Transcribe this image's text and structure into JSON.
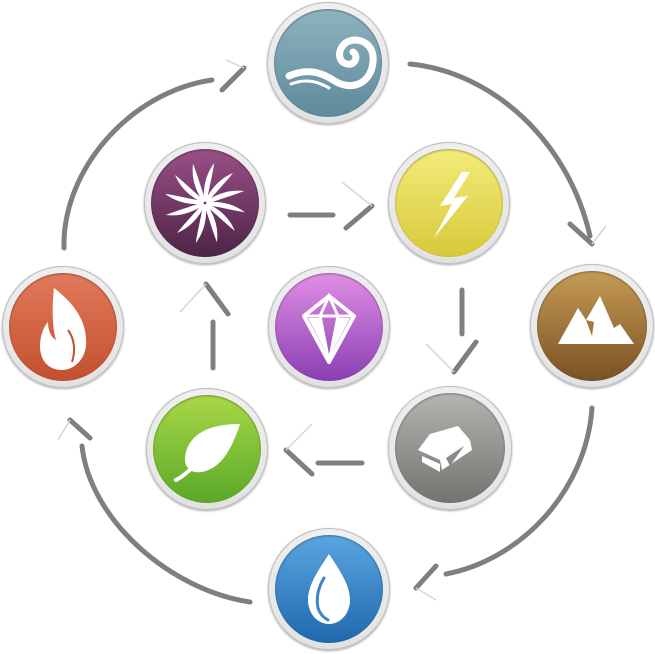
{
  "diagram": {
    "type": "element-cycle",
    "outer_cycle": [
      "air",
      "earth",
      "water",
      "fire"
    ],
    "inner_cycle": [
      "energy",
      "lightning",
      "metal",
      "nature"
    ],
    "center": "crystal"
  },
  "nodes": {
    "air": {
      "label": "Air",
      "icon": "wind-swirl-icon",
      "color_top": "#8fb3c0",
      "color_bottom": "#5e8a9b"
    },
    "energy": {
      "label": "Energy",
      "icon": "spiral-vortex-icon",
      "color_top": "#9a4f86",
      "color_bottom": "#4d2447"
    },
    "lightning": {
      "label": "Lightning",
      "icon": "lightning-bolt-icon",
      "color_top": "#f3ec7a",
      "color_bottom": "#d8c83a"
    },
    "fire": {
      "label": "Fire",
      "icon": "flame-icon",
      "color_top": "#e27a5c",
      "color_bottom": "#c2502f"
    },
    "crystal": {
      "label": "Crystal",
      "icon": "diamond-icon",
      "color_top": "#e08fe4",
      "color_bottom": "#8a3fb2"
    },
    "earth": {
      "label": "Earth",
      "icon": "mountain-icon",
      "color_top": "#c69b55",
      "color_bottom": "#7a5124"
    },
    "nature": {
      "label": "Nature",
      "icon": "leaf-icon",
      "color_top": "#a9d846",
      "color_bottom": "#5aa82a"
    },
    "metal": {
      "label": "Metal",
      "icon": "ingot-icon",
      "color_top": "#b4b4b0",
      "color_bottom": "#73736f"
    },
    "water": {
      "label": "Water",
      "icon": "water-drop-icon",
      "color_top": "#5aa6e0",
      "color_bottom": "#1f68ad"
    }
  },
  "arrows": [
    {
      "from": "air",
      "to": "earth",
      "style": "curved"
    },
    {
      "from": "earth",
      "to": "water",
      "style": "curved"
    },
    {
      "from": "water",
      "to": "fire",
      "style": "curved"
    },
    {
      "from": "fire",
      "to": "air",
      "style": "curved"
    },
    {
      "from": "energy",
      "to": "lightning",
      "style": "straight"
    },
    {
      "from": "lightning",
      "to": "metal",
      "style": "straight"
    },
    {
      "from": "metal",
      "to": "nature",
      "style": "straight"
    },
    {
      "from": "nature",
      "to": "energy",
      "style": "straight"
    }
  ],
  "colors": {
    "arrow": "#7d817d",
    "ring": "#e4e4e4",
    "glyph": "#ffffff",
    "background": "#ffffff"
  }
}
